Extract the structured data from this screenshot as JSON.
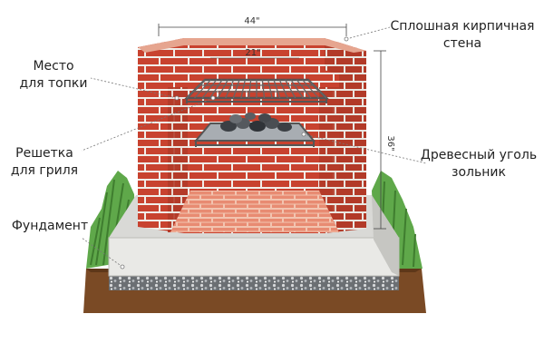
{
  "labels": {
    "brick_wall": [
      "Сплошная кирпичная",
      "стена"
    ],
    "firebox": [
      "Место",
      "для топки"
    ],
    "grill_grate": [
      "Решетка",
      "для гриля"
    ],
    "charcoal": [
      "Древесный уголь",
      "зольник"
    ],
    "foundation": "Фундамент"
  },
  "dimensions": {
    "width": "44\"",
    "inner_width": "21\"",
    "height": "36\""
  }
}
